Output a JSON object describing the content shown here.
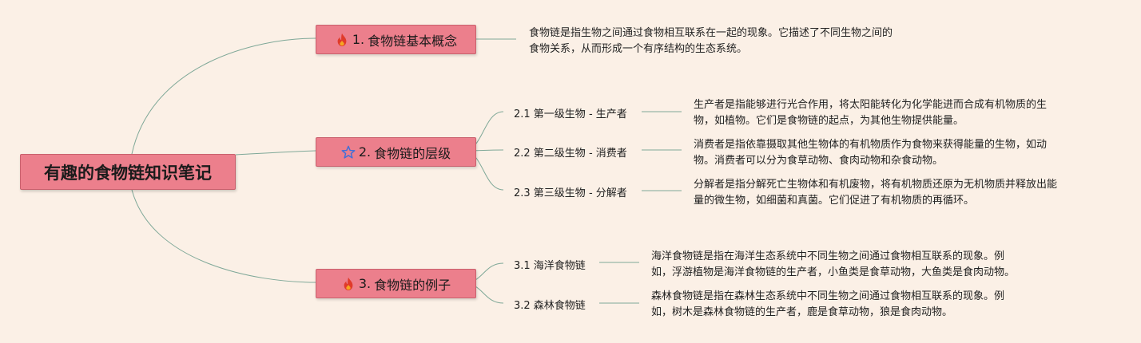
{
  "root": {
    "label": "有趣的食物链知识笔记"
  },
  "topics": [
    {
      "number": "1.",
      "label": "食物链基本概念",
      "icon": "fire-icon",
      "description_lines": [
        "食物链是指生物之间通过食物相互联系在一起的现象。它描述了不同生物之间的",
        "食物关系，从而形成一个有序结构的生态系统。"
      ]
    },
    {
      "number": "2.",
      "label": "食物链的层级",
      "icon": "star-icon",
      "subtopics": [
        {
          "label": "2.1 第一级生物 - 生产者",
          "description_lines": [
            "生产者是指能够进行光合作用，将太阳能转化为化学能进而合成有机物质的生",
            "物，如植物。它们是食物链的起点，为其他生物提供能量。"
          ]
        },
        {
          "label": "2.2 第二级生物 - 消费者",
          "description_lines": [
            "消费者是指依靠摄取其他生物体的有机物质作为食物来获得能量的生物，如动",
            "物。消费者可以分为食草动物、食肉动物和杂食动物。"
          ]
        },
        {
          "label": "2.3 第三级生物 - 分解者",
          "description_lines": [
            "分解者是指分解死亡生物体和有机废物，将有机物质还原为无机物质并释放出能",
            "量的微生物，如细菌和真菌。它们促进了有机物质的再循环。"
          ]
        }
      ]
    },
    {
      "number": "3.",
      "label": "食物链的例子",
      "icon": "fire-icon",
      "subtopics": [
        {
          "label": "3.1 海洋食物链",
          "description_lines": [
            "海洋食物链是指在海洋生态系统中不同生物之间通过食物相互联系的现象。例",
            "如，浮游植物是海洋食物链的生产者，小鱼类是食草动物，大鱼类是食肉动物。"
          ]
        },
        {
          "label": "3.2 森林食物链",
          "description_lines": [
            "森林食物链是指在森林生态系统中不同生物之间通过食物相互联系的现象。例",
            "如，树木是森林食物链的生产者，鹿是食草动物，狼是食肉动物。"
          ]
        }
      ]
    }
  ],
  "colors": {
    "node_fill": "#ec7f8c",
    "node_border": "#c9606d",
    "connector": "#7fa898",
    "background": "#fbf0e6",
    "fire_icon": "#e03a2a",
    "star_icon": "#3f6fd8"
  }
}
